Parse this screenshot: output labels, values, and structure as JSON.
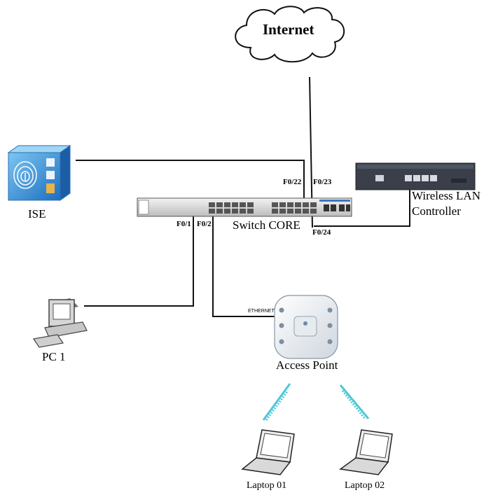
{
  "labels": {
    "internet": "Internet",
    "ise": "ISE",
    "switch": "Switch CORE",
    "wlc_line1": "Wireless LAN",
    "wlc_line2": "Controller",
    "pc": "PC 1",
    "ap": "Access Point",
    "laptop1": "Laptop 01",
    "laptop2": "Laptop 02",
    "ethernet": "ETHERNET"
  },
  "ports": {
    "f01": "F0/1",
    "f02": "F0/2",
    "f022": "F0/22",
    "f023": "F0/23",
    "f024": "F0/24"
  },
  "colors": {
    "line": "#111111",
    "wifi": "#4fc8d8",
    "ise_blue": "#2f8fd8",
    "device_gray": "#d8d8d8",
    "wlc_dark": "#3a3f4a"
  },
  "icons": [
    "cloud-icon",
    "ise-appliance-icon",
    "switch-icon",
    "wlc-icon",
    "pc-icon",
    "access-point-icon",
    "laptop-icon",
    "wifi-signal-icon"
  ]
}
